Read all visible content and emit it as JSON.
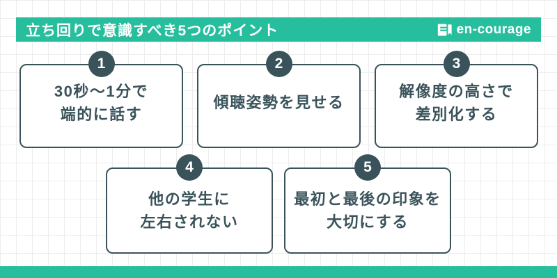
{
  "header": {
    "title": "立ち回りで意識すべき5つのポイント",
    "logo_text": "en-courage"
  },
  "cards": [
    {
      "number": "1",
      "line1": "30秒〜1分で",
      "line2": "端的に話す"
    },
    {
      "number": "2",
      "line1": "傾聴姿勢を見せる",
      "line2": ""
    },
    {
      "number": "3",
      "line1": "解像度の高さで",
      "line2": "差別化する"
    },
    {
      "number": "4",
      "line1": "他の学生に",
      "line2": "左右されない"
    },
    {
      "number": "5",
      "line1": "最初と最後の印象を",
      "line2": "大切にする"
    }
  ],
  "colors": {
    "accent_teal": "#26BE9D",
    "dark_slate": "#3A535B",
    "card_background": "#FFFFFF",
    "grid_line": "#EDEDED"
  }
}
